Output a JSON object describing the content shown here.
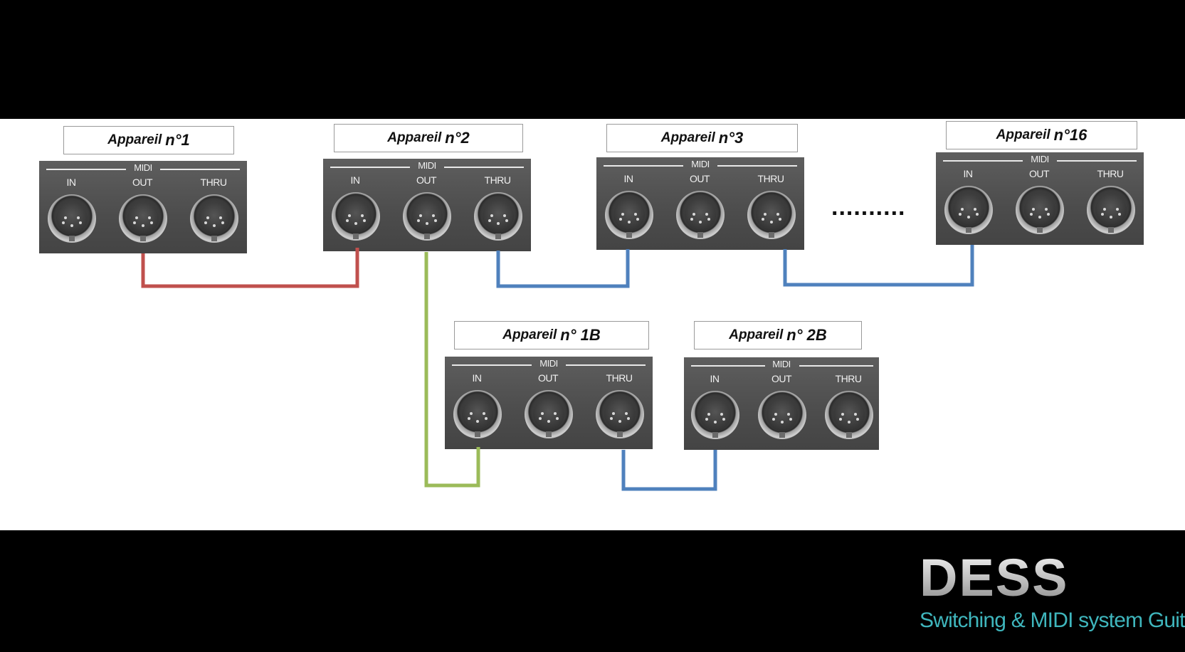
{
  "devices": [
    {
      "id": "dev1",
      "prefix": "Appareil",
      "number": "n°1"
    },
    {
      "id": "dev2",
      "prefix": "Appareil",
      "number": "n°2"
    },
    {
      "id": "dev3",
      "prefix": "Appareil",
      "number": "n°3"
    },
    {
      "id": "dev16",
      "prefix": "Appareil",
      "number": "n°16"
    },
    {
      "id": "dev1b",
      "prefix": "Appareil",
      "number": "n° 1B"
    },
    {
      "id": "dev2b",
      "prefix": "Appareil",
      "number": "n° 2B"
    }
  ],
  "panel": {
    "midi": "MIDI",
    "in": "IN",
    "out": "OUT",
    "thru": "THRU"
  },
  "ellipsis": "..........",
  "cable_colors": {
    "red": "#c0504d",
    "green": "#9bbb59",
    "blue": "#4f81bd"
  },
  "logo": {
    "mark": "DESS",
    "tagline": "Switching & MIDI system Guitar"
  }
}
